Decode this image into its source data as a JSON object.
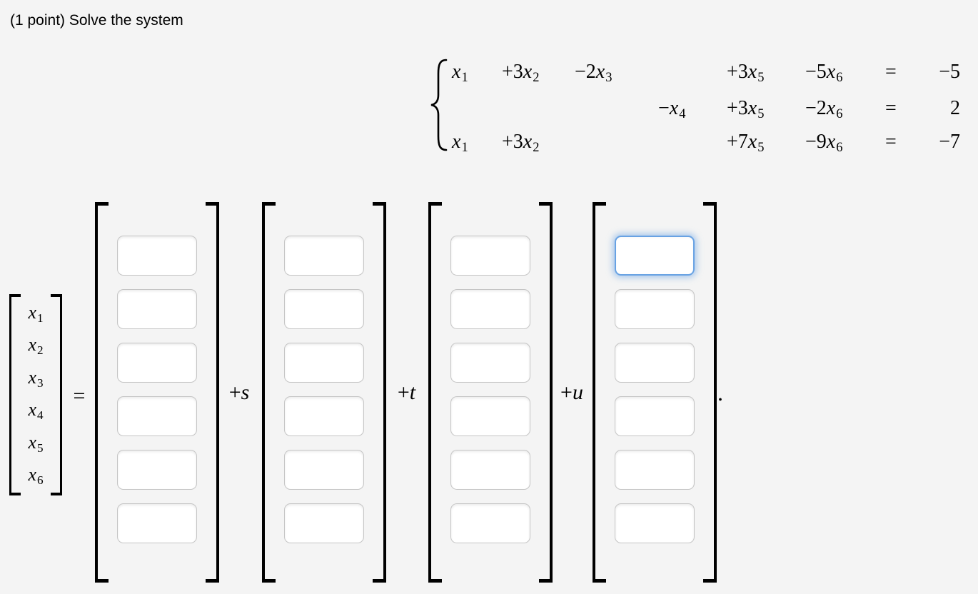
{
  "page": {
    "title": "(1 point) Solve the system",
    "background": "#f4f4f4"
  },
  "colors": {
    "focus_border": "#68a2e3",
    "focus_glow": "rgba(110,165,230,0.55)",
    "box_border": "#c5c5c5",
    "text": "#000000"
  },
  "system": {
    "rows": [
      [
        "x_1",
        "+3x_2",
        "−2x_3",
        "",
        "+3x_5",
        "−5x_6",
        "=",
        "−5"
      ],
      [
        "",
        "",
        "",
        "−x_4",
        "+3x_5",
        "−2x_6",
        "=",
        "2"
      ],
      [
        "x_1",
        "+3x_2",
        "",
        "",
        "+7x_5",
        "−9x_6",
        "=",
        "−7"
      ]
    ]
  },
  "vector_equation": {
    "lhs_vector": [
      "x_1",
      "x_2",
      "x_3",
      "x_4",
      "x_5",
      "x_6"
    ],
    "equals": "=",
    "columns": [
      {
        "name": "particular-vector",
        "scalar": "",
        "cells": [
          "",
          "",
          "",
          "",
          "",
          ""
        ]
      },
      {
        "name": "s-vector",
        "scalar": "+s",
        "cells": [
          "",
          "",
          "",
          "",
          "",
          ""
        ]
      },
      {
        "name": "t-vector",
        "scalar": "+t",
        "cells": [
          "",
          "",
          "",
          "",
          "",
          ""
        ]
      },
      {
        "name": "u-vector",
        "scalar": "+u",
        "cells": [
          "",
          "",
          "",
          "",
          "",
          ""
        ]
      }
    ],
    "trailing_period": ".",
    "focused": {
      "column": 3,
      "row": 0
    }
  }
}
